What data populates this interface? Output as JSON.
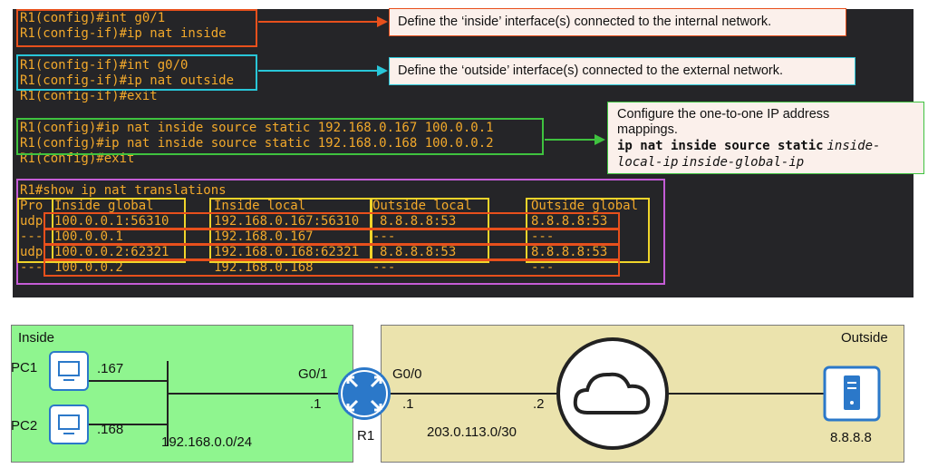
{
  "terminal": {
    "lines": [
      "R1(config)#int g0/1",
      "R1(config-if)#ip nat inside",
      "R1(config-if)#int g0/0",
      "R1(config-if)#ip nat outside",
      "R1(config-if)#exit",
      "R1(config)#ip nat inside source static 192.168.0.167 100.0.0.1",
      "R1(config)#ip nat inside source static 192.168.0.168 100.0.0.2",
      "R1(config)#exit",
      "R1#show ip nat translations"
    ],
    "table": {
      "headers": [
        "Pro",
        "Inside global",
        "Inside local",
        "Outside local",
        "Outside global"
      ],
      "rows": [
        [
          "udp",
          "100.0.0.1:56310",
          "192.168.0.167:56310",
          "8.8.8.8:53",
          "8.8.8.8:53"
        ],
        [
          "---",
          "100.0.0.1",
          "192.168.0.167",
          "---",
          "---"
        ],
        [
          "udp",
          "100.0.0.2:62321",
          "192.168.0.168:62321",
          "8.8.8.8:53",
          "8.8.8.8:53"
        ],
        [
          "---",
          "100.0.0.2",
          "192.168.0.168",
          "---",
          "---"
        ]
      ]
    }
  },
  "callouts": {
    "inside": "Define the ‘inside’ interface(s) connected to the internal network.",
    "outside": "Define the ‘outside’ interface(s) connected to the external network.",
    "static_intro": "Configure the one-to-one IP address mappings.",
    "static_cmd": "ip nat inside source static",
    "static_arg1": "inside-local-ip",
    "static_arg2": "inside-global-ip"
  },
  "colors": {
    "terminal_bg": "#252528",
    "terminal_text": "#f3a92b",
    "inside_box": "#e8501c",
    "outside_box": "#29c6d8",
    "static_box": "#3fc23f",
    "show_box": "#c45cd6",
    "table_box": "#f0d42a",
    "inside_zone": "#8ff58f",
    "outside_zone": "#ebe3ad",
    "device_blue": "#2b78c9"
  },
  "topology": {
    "inside_label": "Inside",
    "outside_label": "Outside",
    "pc1": {
      "name": "PC1",
      "host": ".167"
    },
    "pc2": {
      "name": "PC2",
      "host": ".168"
    },
    "inside_subnet": "192.168.0.0/24",
    "router": {
      "name": "R1",
      "inside_if": "G0/1",
      "outside_if": "G0/0",
      "inside_host": ".1",
      "outside_host": ".1"
    },
    "isp_host": ".2",
    "outside_subnet": "203.0.113.0/30",
    "server": {
      "ip": "8.8.8.8"
    }
  }
}
